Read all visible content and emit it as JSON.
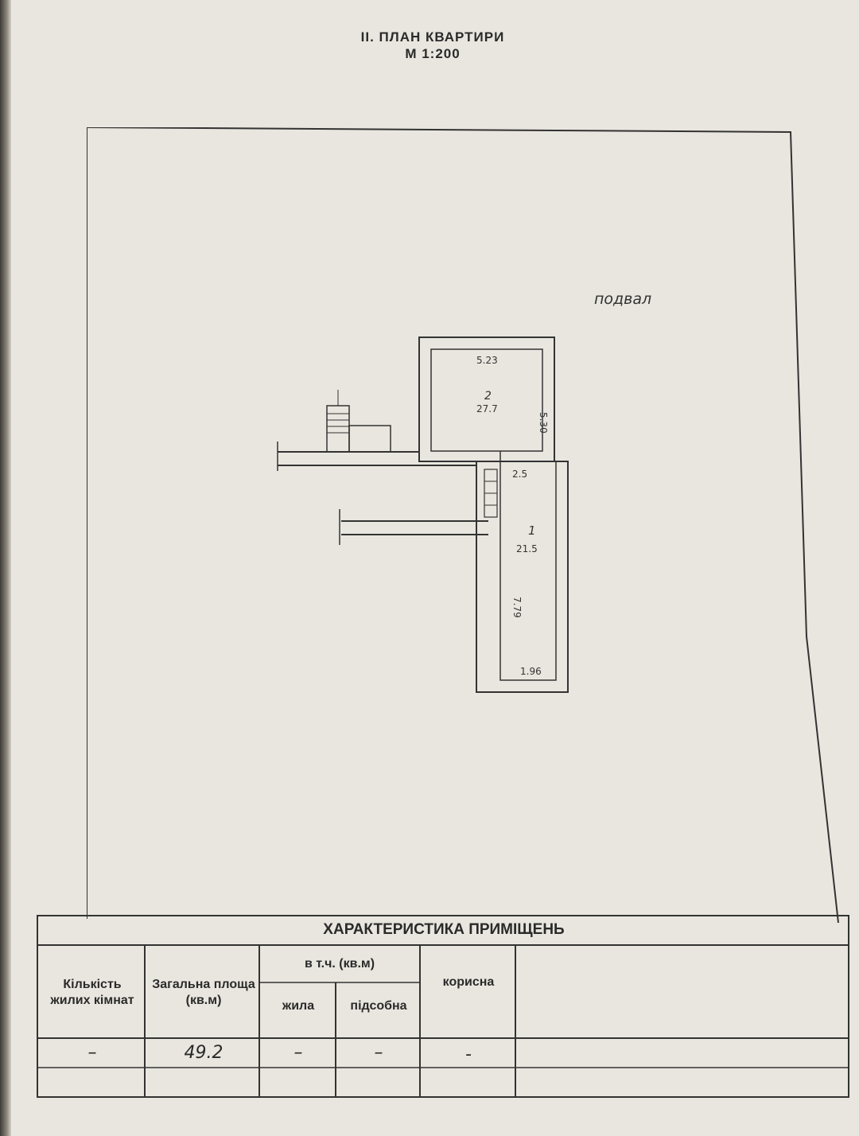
{
  "header": {
    "title": "II.  ПЛАН КВАРТИРИ",
    "scale": "М 1:200"
  },
  "plan": {
    "level_label": "подвал",
    "rooms": [
      {
        "number": "2",
        "area": "27.7",
        "width": "5.23",
        "height": "5.30"
      },
      {
        "number": "1",
        "area": "21.5",
        "width": "1.96",
        "height": "7.79"
      }
    ],
    "extra_dim": "2.5"
  },
  "table": {
    "title": "ХАРАКТЕРИСТИКА ПРИМІЩЕНЬ",
    "columns": {
      "rooms_count": "Кількість жилих кімнат",
      "total_area": "Загальна площа (кв.м)",
      "incl": "в т.ч.  (кв.м)",
      "living": "жила",
      "auxiliary": "підсобна",
      "useful": "корисна"
    },
    "row": {
      "rooms_count": "–",
      "total_area": "49.2",
      "living": "–",
      "auxiliary": "–",
      "useful": "-"
    }
  }
}
